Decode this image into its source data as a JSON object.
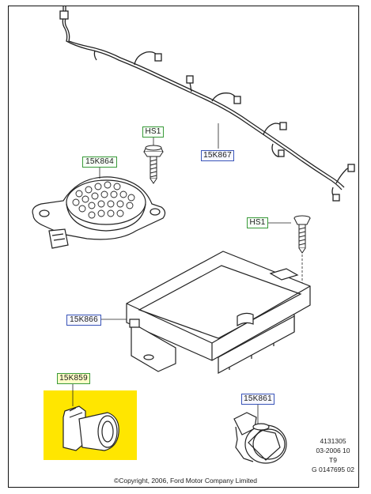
{
  "callouts": {
    "hs1_top": "HS1",
    "hs1_right": "HS1",
    "part_15k864": "15K864",
    "part_15k867": "15K867",
    "part_15k866": "15K866",
    "part_15k859": "15K859",
    "part_15k861": "15K861"
  },
  "drawing_codes": [
    "4131305",
    "03-2006 10",
    "T9",
    "G 0147695 02"
  ],
  "copyright": "©Copyright, 2006, Ford Motor Company Limited",
  "colors": {
    "highlight": "#ffe600",
    "green_tag": "#3a9a3a",
    "blue_tag": "#3a55b8",
    "line": "#222222"
  }
}
